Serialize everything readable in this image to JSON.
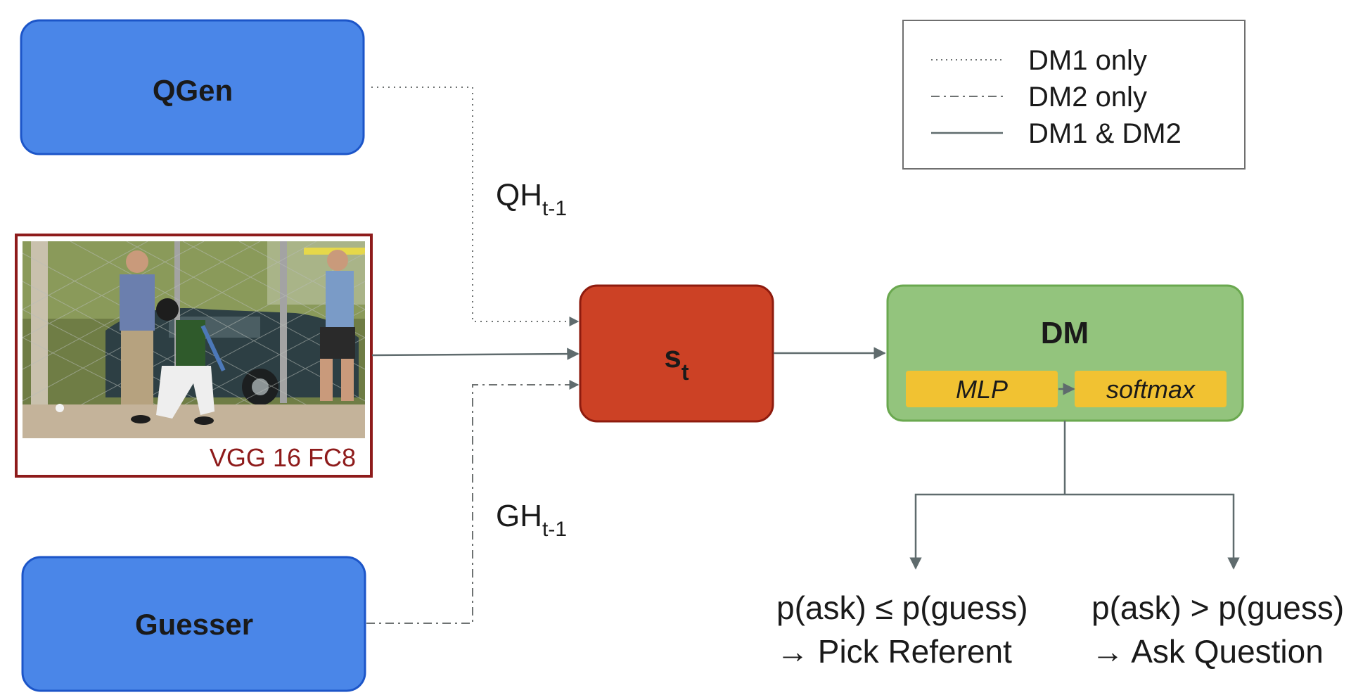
{
  "nodes": {
    "qgen": "QGen",
    "guesser": "Guesser",
    "state_main": "s",
    "state_sub": "t",
    "dm": "DM",
    "mlp": "MLP",
    "softmax": "softmax"
  },
  "image": {
    "caption": "VGG 16 FC8",
    "description_icon": "baseball-photo"
  },
  "edges": {
    "qh_main": "QH",
    "qh_sub": "t-1",
    "gh_main": "GH",
    "gh_sub": "t-1"
  },
  "legend": {
    "dm1_only": "DM1 only",
    "dm2_only": "DM2 only",
    "both": "DM1 & DM2"
  },
  "outcomes": {
    "left_line1": "p(ask) ≤ p(guess)",
    "left_line2": "→ Pick Referent",
    "right_line1": "p(ask) > p(guess)",
    "right_line2": "→ Ask Question"
  },
  "colors": {
    "blue": "#4a86e8",
    "blue_border": "#1c55c8",
    "red": "#cc4125",
    "red_border": "#8e1b0e",
    "green": "#93c47d",
    "green_border": "#6aa84f",
    "yellow": "#f1c232",
    "arrow": "#5f6b6d",
    "image_border": "#8e1b1b"
  }
}
